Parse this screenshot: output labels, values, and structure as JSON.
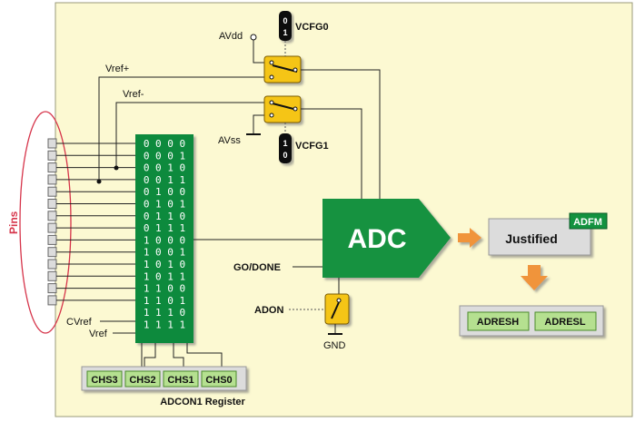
{
  "labels": {
    "avdd": "AVdd",
    "avss": "AVss",
    "vref_plus": "Vref+",
    "vref_minus": "Vref-",
    "vcfg0": "VCFG0",
    "vcfg1": "VCFG1",
    "pins": "Pins",
    "cvref": "CVref",
    "vref": "Vref",
    "adc": "ADC",
    "go_done": "GO/DONE",
    "adon": "ADON",
    "gnd": "GND",
    "justified": "Justified",
    "adfm": "ADFM",
    "adresh": "ADRESH",
    "adresl": "ADRESL",
    "adcon1": "ADCON1 Register",
    "vcfg0_bits": [
      "0",
      "1"
    ],
    "vcfg1_bits": [
      "1",
      "0"
    ]
  },
  "mux_codes": [
    "0 0 0 0",
    "0 0 0 1",
    "0 0 1 0",
    "0 0 1 1",
    "0 1 0 0",
    "0 1 0 1",
    "0 1 1 0",
    "0 1 1 1",
    "1 0 0 0",
    "1 0 0 1",
    "1 0 1 0",
    "1 0 1 1",
    "1 1 0 0",
    "1 1 0 1",
    "1 1 1 0",
    "1 1 1 1"
  ],
  "chs_bits": [
    "CHS3",
    "CHS2",
    "CHS1",
    "CHS0"
  ],
  "colors": {
    "background": "#FCF9D2",
    "mux_green": "#0D8A3C",
    "adc_green": "#13923F",
    "switch_yellow": "#F5C518",
    "arrow_orange": "#F0943A",
    "register_fill": "#B5E090",
    "panel_grey": "#DCDCDC",
    "pins_red": "#D6344A"
  }
}
